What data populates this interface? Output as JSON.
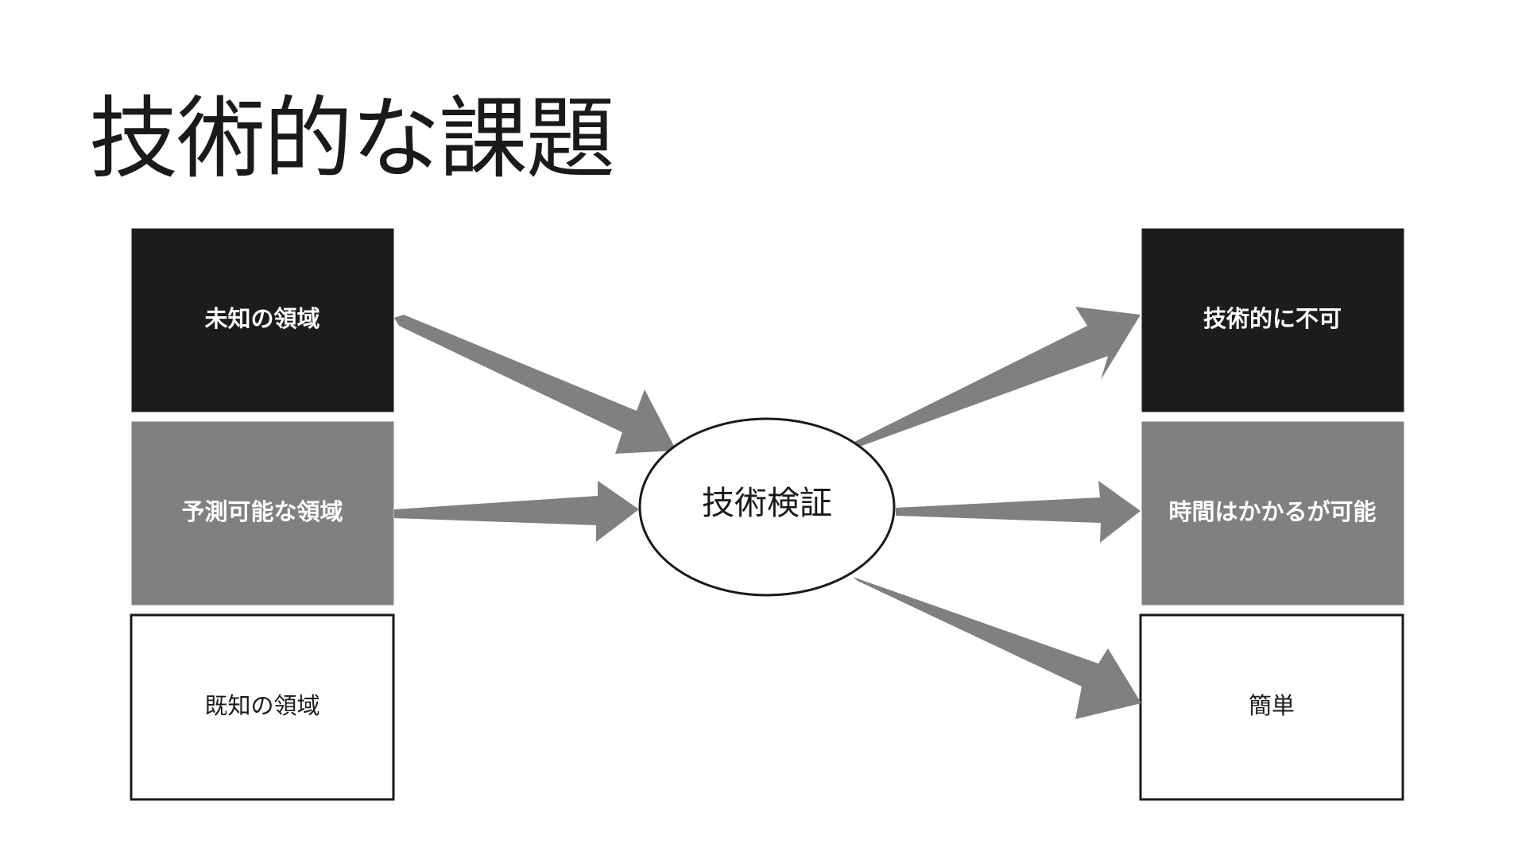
{
  "slide": {
    "title": "技術的な課題"
  },
  "diagram": {
    "center": {
      "label": "技術検証"
    },
    "left_boxes": [
      {
        "label": "未知の領域",
        "fill": "#1c1c1c",
        "text_color": "#ffffff",
        "bold": true
      },
      {
        "label": "予測可能な領域",
        "fill": "#808080",
        "text_color": "#ffffff",
        "bold": true
      },
      {
        "label": "既知の領域",
        "fill": "#ffffff",
        "text_color": "#1a1a1a",
        "bold": false
      }
    ],
    "right_boxes": [
      {
        "label": "技術的に不可",
        "fill": "#1c1c1c",
        "text_color": "#ffffff",
        "bold": true
      },
      {
        "label": "時間はかかるが可能",
        "fill": "#808080",
        "text_color": "#ffffff",
        "bold": true
      },
      {
        "label": "簡単",
        "fill": "#ffffff",
        "text_color": "#1a1a1a",
        "bold": false
      }
    ],
    "colors": {
      "arrow": "#808080",
      "outline": "#1a1a1a"
    }
  }
}
